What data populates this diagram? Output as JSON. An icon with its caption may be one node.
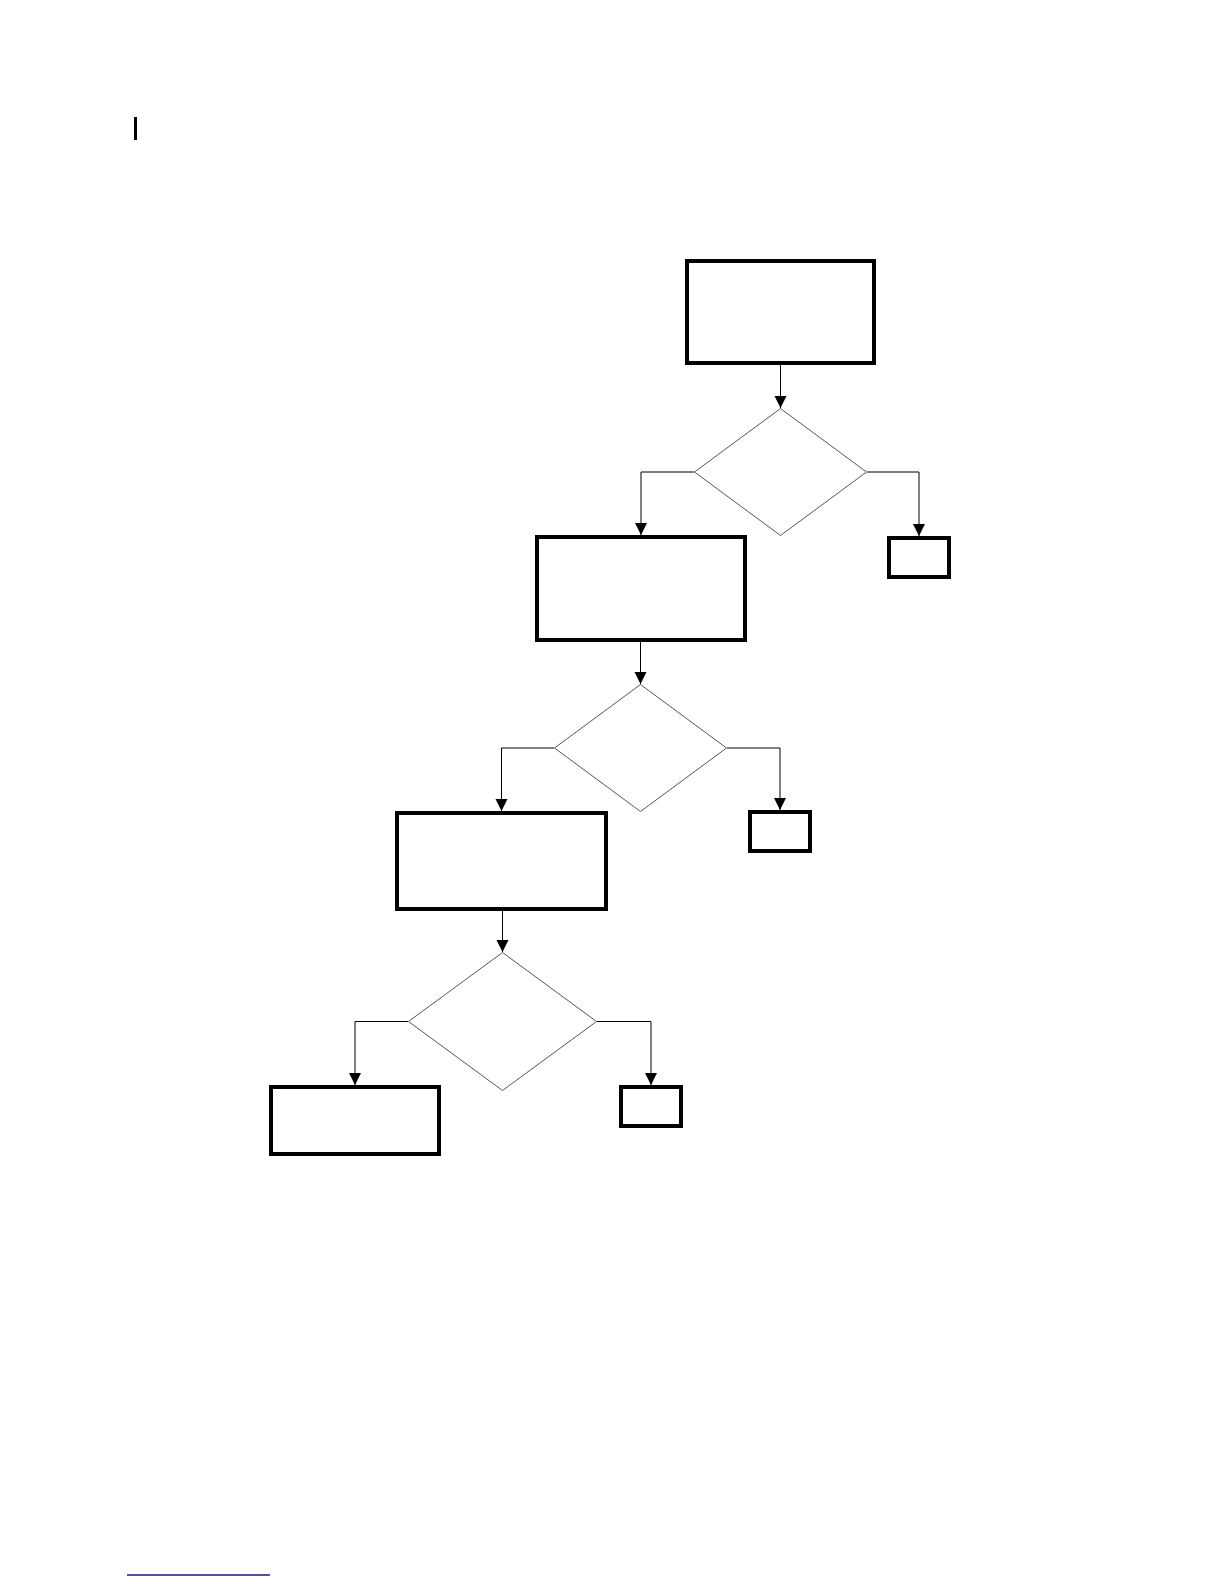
{
  "diagram": {
    "nodes": [
      {
        "text": [],
        "shape": "box"
      },
      {
        "text": [],
        "shape": "diamond"
      },
      {
        "text": [],
        "shape": "box"
      },
      {
        "text": [],
        "shape": "box"
      },
      {
        "text": [],
        "shape": "diamond"
      },
      {
        "text": [],
        "shape": "box"
      },
      {
        "text": [],
        "shape": "box"
      },
      {
        "text": [],
        "shape": "diamond"
      },
      {
        "text": [],
        "shape": "box"
      },
      {
        "text": [],
        "shape": "box"
      }
    ],
    "edges": [
      {
        "from": 0,
        "to": 1,
        "arrow": "to"
      },
      {
        "from": 1,
        "to": 2,
        "arrow": "to"
      },
      {
        "from": 1,
        "to": 3,
        "arrow": "to"
      },
      {
        "from": 2,
        "to": 4,
        "arrow": "to"
      },
      {
        "from": 4,
        "to": 5,
        "arrow": "to"
      },
      {
        "from": 4,
        "to": 6,
        "arrow": "to"
      },
      {
        "from": 5,
        "to": 7,
        "arrow": "to"
      },
      {
        "from": 7,
        "to": 8,
        "arrow": "to"
      },
      {
        "from": 7,
        "to": 9,
        "arrow": "to"
      }
    ]
  }
}
